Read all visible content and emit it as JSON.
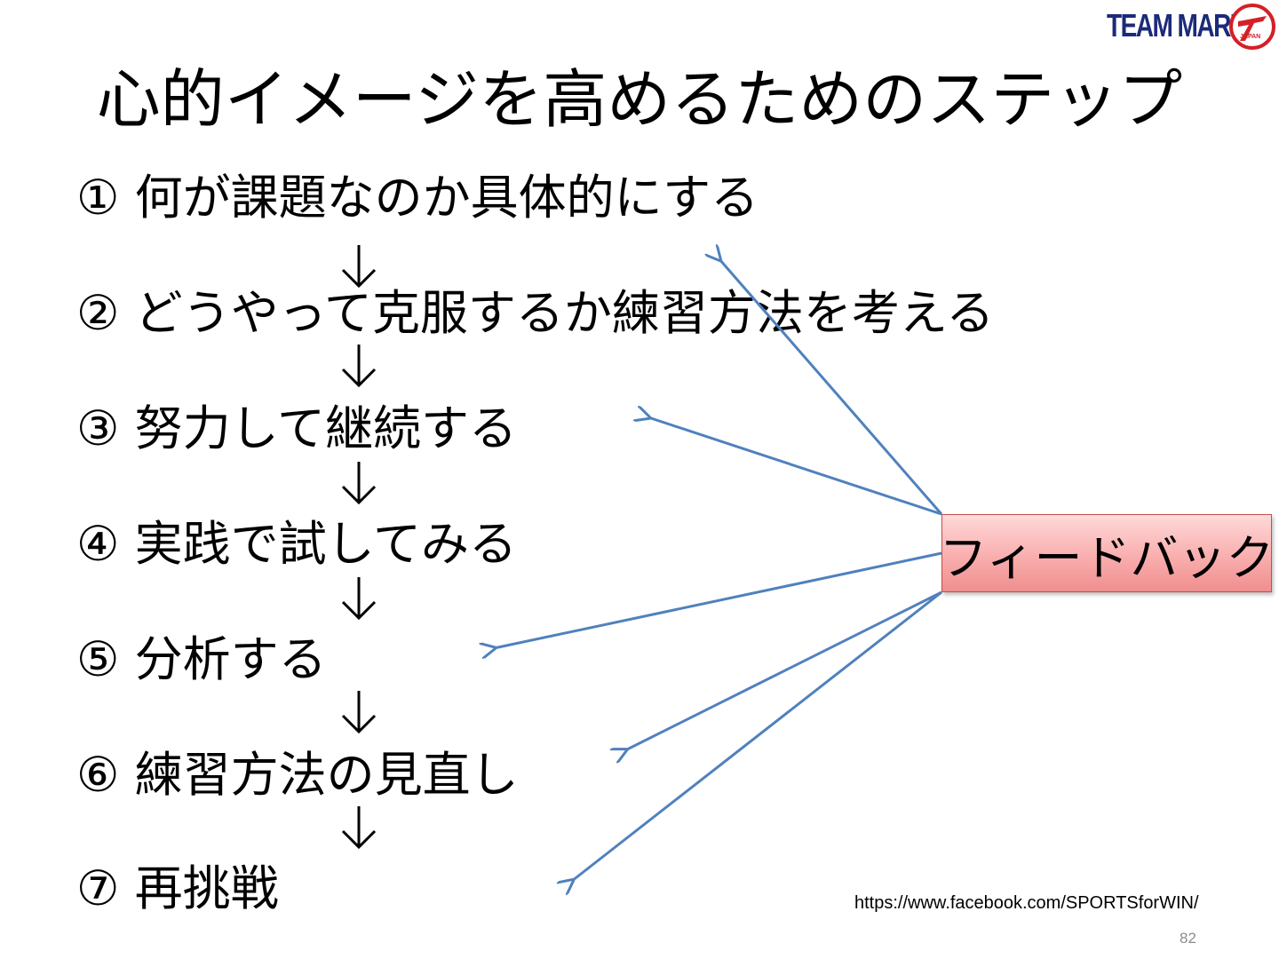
{
  "slide": {
    "title": "心的イメージを高めるためのステップ",
    "logo_text": "TEAM MARU",
    "logo_subtext": "JAPAN",
    "steps": [
      {
        "label": "① 何が課題なのか具体的にする"
      },
      {
        "label": "② どうやって克服するか練習方法を考える"
      },
      {
        "label": "③ 努力して継続する"
      },
      {
        "label": "④ 実践で試してみる"
      },
      {
        "label": "⑤ 分析する"
      },
      {
        "label": "⑥ 練習方法の見直し"
      },
      {
        "label": "⑦ 再挑戦"
      }
    ],
    "feedback_label": "フィードバック",
    "source_url": "https://www.facebook.com/SPORTSforWIN/",
    "page_number": "82"
  },
  "colors": {
    "feedback_arrow": "#4f81bd",
    "feedback_box_border": "#c0504d",
    "feedback_box_fill": "#f9aeae",
    "logo_blue": "#1c2a7a",
    "logo_red": "#d42027",
    "page_number": "#8c8c8c"
  },
  "icons": {
    "step_arrow": "down-arrow-icon",
    "logo_mark": "circle-logo-icon"
  }
}
